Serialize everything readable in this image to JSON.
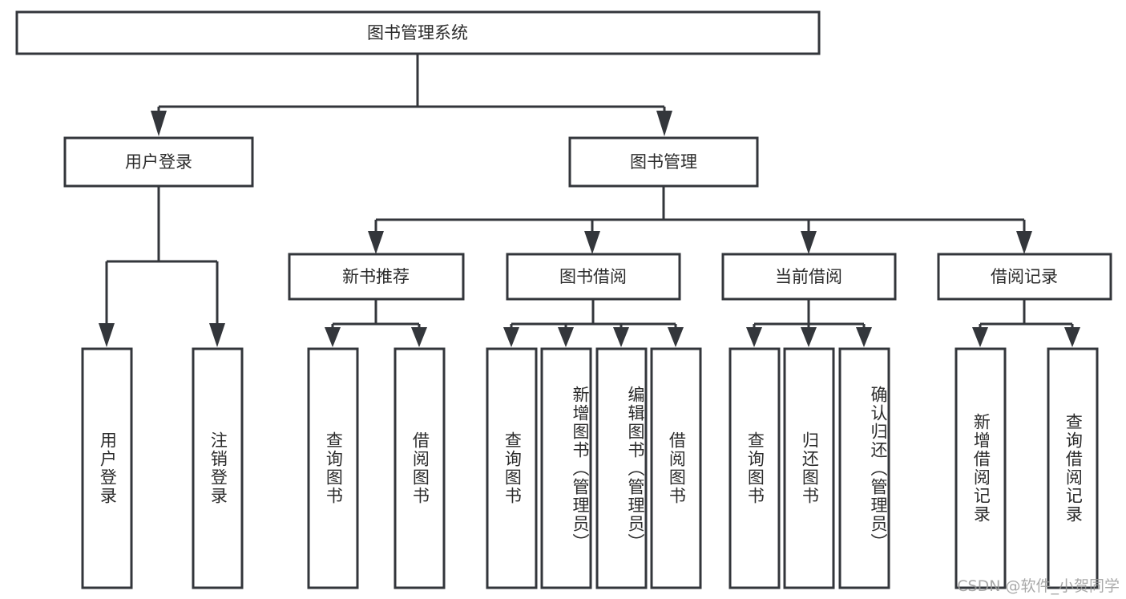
{
  "diagram": {
    "title": "图书管理系统",
    "type": "tree-hierarchy",
    "watermark": "CSDN @软件_小贺同学",
    "colors": {
      "stroke": "#33363b",
      "box_fill": "#ffffff",
      "text": "#2b2b2b",
      "background": "#ffffff",
      "watermark": "#9b9b9b"
    },
    "root": {
      "label": "图书管理系统"
    },
    "level2": [
      {
        "label": "用户登录"
      },
      {
        "label": "图书管理"
      }
    ],
    "level3": [
      {
        "label": "新书推荐"
      },
      {
        "label": "图书借阅"
      },
      {
        "label": "当前借阅"
      },
      {
        "label": "借阅记录"
      }
    ],
    "leaves": {
      "user_login": [
        {
          "label": "用户登录"
        },
        {
          "label": "注销登录"
        }
      ],
      "new_book_recommend": [
        {
          "label": "查询图书"
        },
        {
          "label": "借阅图书"
        }
      ],
      "book_borrow": [
        {
          "label": "查询图书"
        },
        {
          "label": "新增图书（管理员）"
        },
        {
          "label": "编辑图书（管理员）"
        },
        {
          "label": "借阅图书"
        }
      ],
      "current_borrow": [
        {
          "label": "查询图书"
        },
        {
          "label": "归还图书"
        },
        {
          "label": "确认归还（管理员）"
        }
      ],
      "borrow_record": [
        {
          "label": "新增借阅记录"
        },
        {
          "label": "查询借阅记录"
        }
      ]
    }
  }
}
